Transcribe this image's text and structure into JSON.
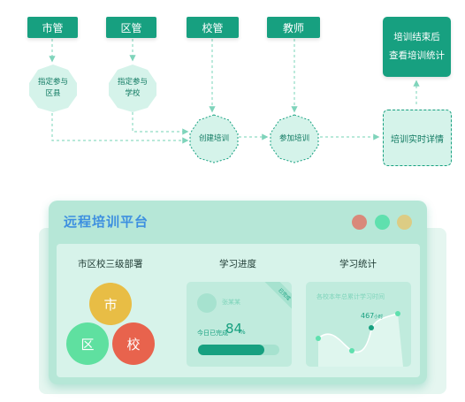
{
  "flow": {
    "roles": [
      "市管",
      "区管",
      "校管",
      "教师"
    ],
    "assign_district": [
      "指定参与",
      "区县"
    ],
    "assign_school": [
      "指定参与",
      "学校"
    ],
    "create_training": "创建培训",
    "join_training": "参加培训",
    "realtime_detail": "培训实时详情",
    "end_box": [
      "培训结束后",
      "查看培训统计"
    ]
  },
  "colors": {
    "primary": "#17a080",
    "light": "#d5f3ea",
    "dot_red": "#d9897a",
    "dot_green": "#5fe0ae",
    "dot_yellow": "#dccc84",
    "city": "#e8bd45",
    "district": "#5fe0a0",
    "school": "#e8634d"
  },
  "platform": {
    "title": "远程培训平台",
    "deploy_title": "市区校三级部署",
    "circles": [
      "市",
      "区",
      "校"
    ],
    "progress_title": "学习进度",
    "progress": {
      "name_placeholder": "张某某",
      "corner_badge": "已完成",
      "today_label": "今日已完成",
      "today_value": "84",
      "today_unit": "%",
      "bar_fraction": 0.82
    },
    "stats_title": "学习统计",
    "stats": {
      "caption": "各校本年总累计学习时间",
      "peak_value": "467",
      "peak_unit": "小时"
    }
  }
}
